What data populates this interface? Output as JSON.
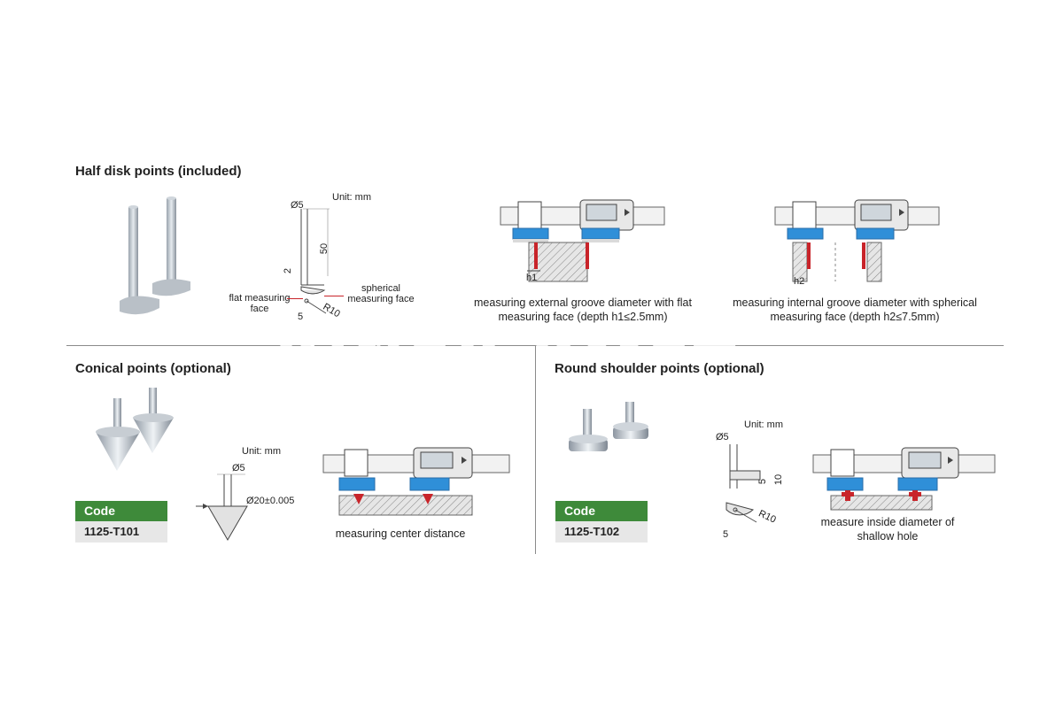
{
  "half_disk": {
    "title": "Half disk points (included)",
    "unit": "Unit: mm",
    "dim_d5": "Ø5",
    "dim_50": "50",
    "dim_2": "2",
    "dim_5": "5",
    "dim_r10": "R10",
    "label_flat": "flat measuring face",
    "label_spherical": "spherical measuring face",
    "label_h1": "h1",
    "label_h2": "h2",
    "caption_external": "measuring external groove diameter with flat measuring face (depth h1≤2.5mm)",
    "caption_internal": "measuring internal groove diameter with spherical measuring face (depth h2≤7.5mm)"
  },
  "conical": {
    "title": "Conical points (optional)",
    "unit": "Unit: mm",
    "dim_d5": "Ø5",
    "dim_d20": "Ø20±0.005",
    "code_label": "Code",
    "code_value": "1125-T101",
    "caption": "measuring center distance"
  },
  "round_shoulder": {
    "title": "Round shoulder points (optional)",
    "unit": "Unit: mm",
    "dim_d5": "Ø5",
    "dim_5": "5",
    "dim_10": "10",
    "dim_r10": "R10",
    "dim_5b": "5",
    "code_label": "Code",
    "code_value": "1125-T102",
    "caption": "measure inside diameter of shallow hole"
  },
  "watermark": {
    "text": "KINEX  KMET"
  },
  "colors": {
    "code_green": "#3e8a3a",
    "caliper_blue": "#2f8fd8",
    "red_point": "#c8242a",
    "divider": "#8a8a8a"
  }
}
